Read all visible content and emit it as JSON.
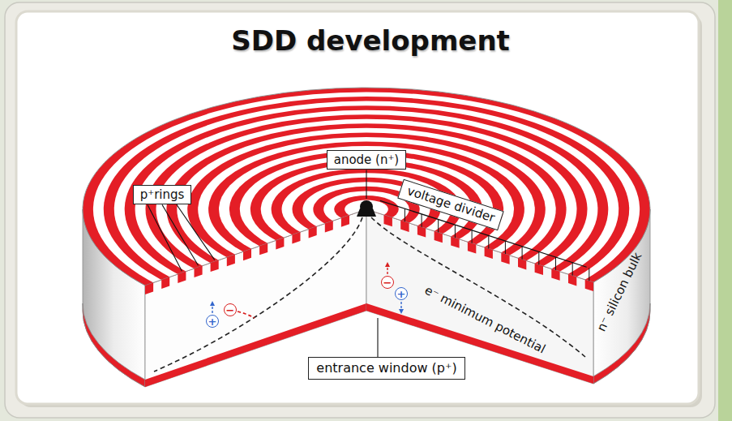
{
  "diagram": {
    "title": "SDD development",
    "nodes": [
      {
        "text": [
          "p⁺rings"
        ]
      },
      {
        "text": [
          "anode (n⁺)"
        ]
      },
      {
        "text": [
          "voltage divider"
        ]
      },
      {
        "text": [
          "+"
        ]
      },
      {
        "text": [
          "−"
        ]
      },
      {
        "text": [
          "−"
        ]
      },
      {
        "text": [
          "+"
        ]
      },
      {
        "text": [
          "entrance window (p⁺)"
        ]
      }
    ],
    "labels": [
      "n⁻ silicon bulk",
      "e⁻ minimum potential"
    ]
  }
}
